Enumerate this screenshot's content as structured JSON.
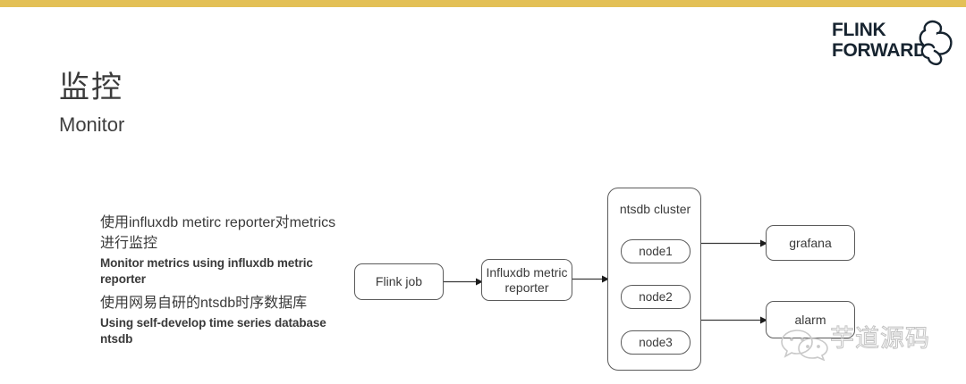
{
  "slide": {
    "accent_color": "#e3c056",
    "background": "#ffffff",
    "text_color": "#3a3a3a"
  },
  "logo": {
    "line1": "FLINK",
    "line2": "FORWARD",
    "color": "#172430",
    "mascot": "squirrel-icon"
  },
  "title": {
    "cn": "监控",
    "en": "Monitor"
  },
  "paragraphs": [
    {
      "cn": "使用influxdb metirc reporter对metrics进行监控",
      "en": "Monitor metrics using influxdb metric reporter"
    },
    {
      "cn": "使用网易自研的ntsdb时序数据库",
      "en": "Using  self-develop time series database ntsdb"
    }
  ],
  "diagram": {
    "flink_job": "Flink job",
    "reporter": "Influxdb metric reporter",
    "cluster": {
      "label": "ntsdb cluster",
      "nodes": [
        "node1",
        "node2",
        "node3"
      ]
    },
    "grafana": "grafana",
    "alarm": "alarm"
  },
  "watermark": {
    "text": "芋道源码",
    "icon": "wechat-icon",
    "color": "#c2c2c2"
  }
}
